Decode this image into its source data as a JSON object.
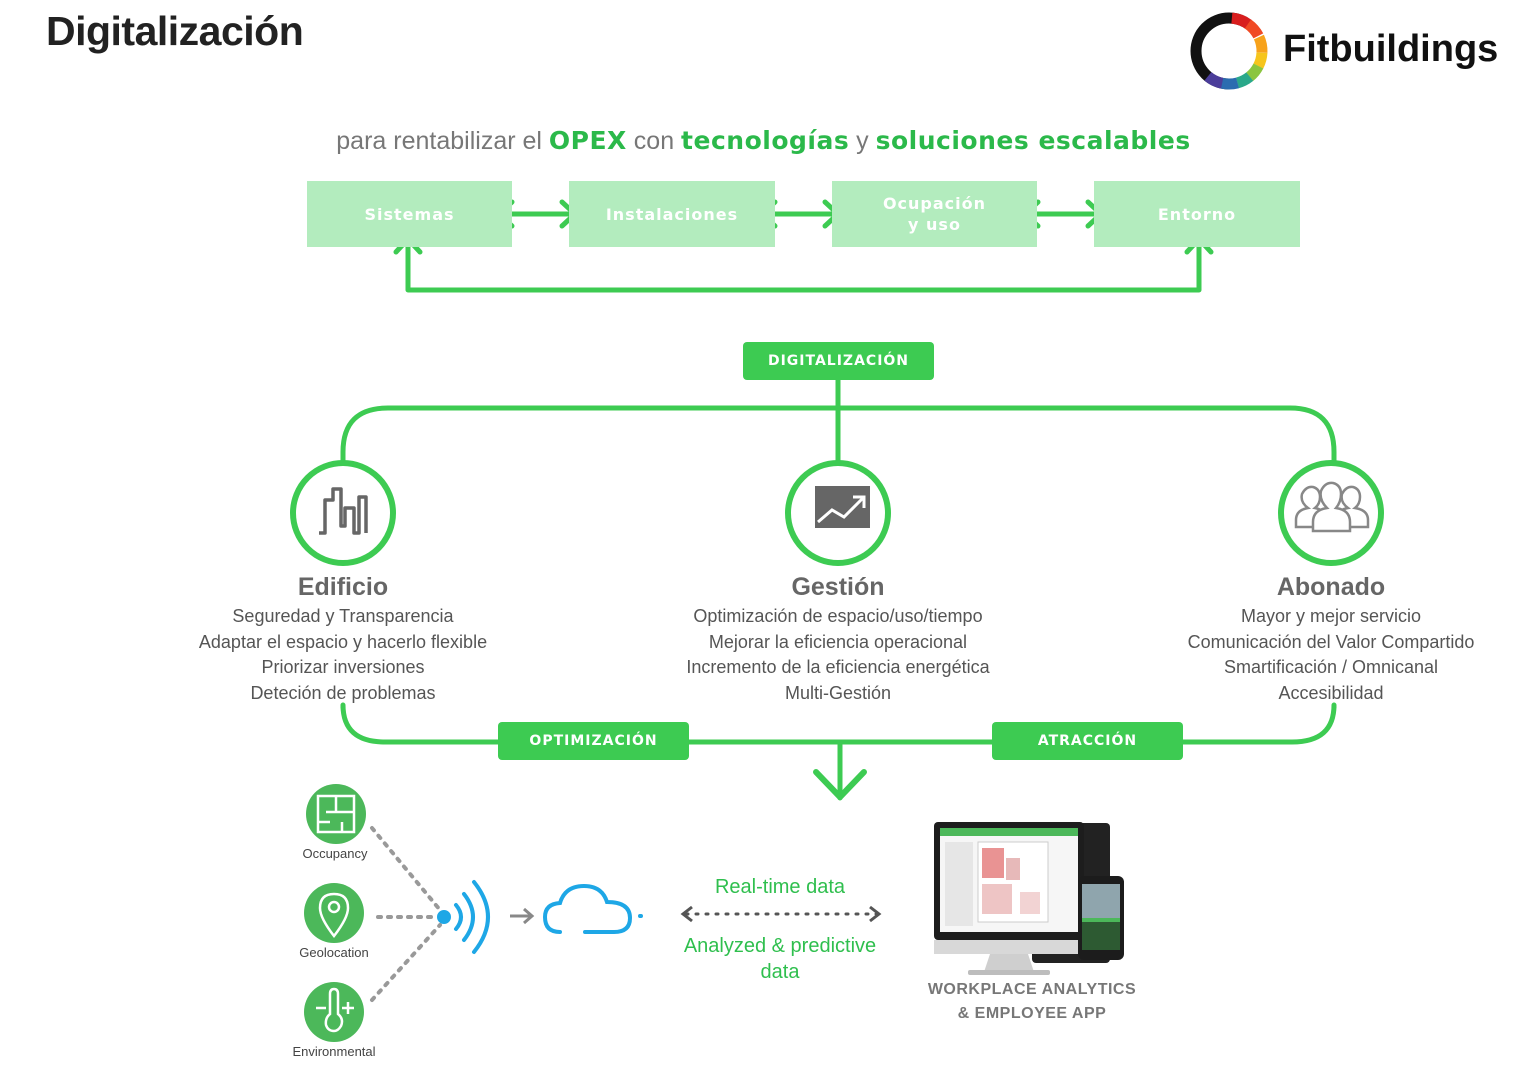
{
  "header": {
    "title": "Digitalización",
    "brand": "Fitbuildings"
  },
  "tagline": {
    "pre": "para rentabilizar el ",
    "opex": "OPEX",
    "mid1": " con ",
    "tech": "tecnologías",
    "mid2": " y ",
    "solutions": "soluciones escalables"
  },
  "flow_boxes": [
    {
      "label": "Sistemas"
    },
    {
      "label": "Instalaciones"
    },
    {
      "label": "Ocupación\ny uso"
    },
    {
      "label": "Entorno"
    }
  ],
  "tags": {
    "top": "DIGITALIZACIÓN",
    "left": "OPTIMIZACIÓN",
    "right": "ATRACCIÓN"
  },
  "columns": [
    {
      "title": "Edificio",
      "icon": "building-icon",
      "lines": [
        "Seguredad y Transparencia",
        "Adaptar el espacio y hacerlo flexible",
        "Priorizar inversiones",
        "Deteción de problemas"
      ]
    },
    {
      "title": "Gestión",
      "icon": "chart-icon",
      "lines": [
        "Optimización de espacio/uso/tiempo",
        "Mejorar la eficiencia operacional",
        "Incremento de la eficiencia energética",
        "Multi-Gestión"
      ]
    },
    {
      "title": "Abonado",
      "icon": "users-icon",
      "lines": [
        "Mayor y mejor servicio",
        "Comunicación del Valor Compartido",
        "Smartificación / Omnicanal",
        "Accesibilidad"
      ]
    }
  ],
  "sensors": [
    {
      "label": "Occupancy",
      "icon": "floorplan-icon"
    },
    {
      "label": "Geolocation",
      "icon": "location-pin-icon"
    },
    {
      "label": "Environmental",
      "icon": "thermometer-icon"
    }
  ],
  "data_flow": {
    "realtime": "Real-time data",
    "analyzed": "Analyzed & predictive\ndata"
  },
  "workplace": {
    "line1": "WORKPLACE ANALYTICS",
    "line2": "& EMPLOYEE APP"
  },
  "colors": {
    "green": "#3dcb52",
    "light_green": "#b3ecbe",
    "text_green": "#2bb94a",
    "cloud_blue": "#1ea7e6",
    "grey": "#666666"
  }
}
